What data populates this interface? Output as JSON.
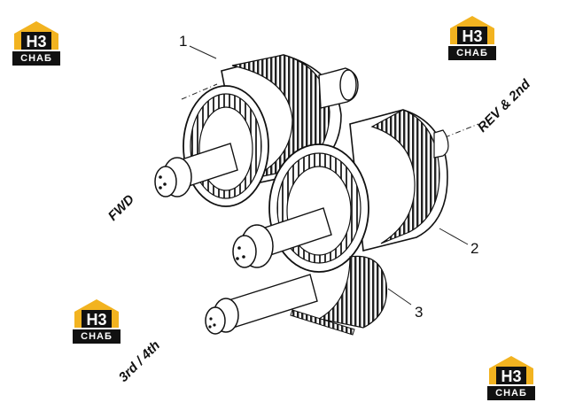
{
  "labels": {
    "fwd": "FWD",
    "rev_2nd": "REV & 2nd",
    "third_fourth": "3rd / 4th"
  },
  "callouts": [
    "1",
    "2",
    "3"
  ],
  "logo": {
    "mark": "H3",
    "text": "СНАБ",
    "colors": {
      "roof": "#f2b320",
      "dark": "#111111"
    }
  }
}
